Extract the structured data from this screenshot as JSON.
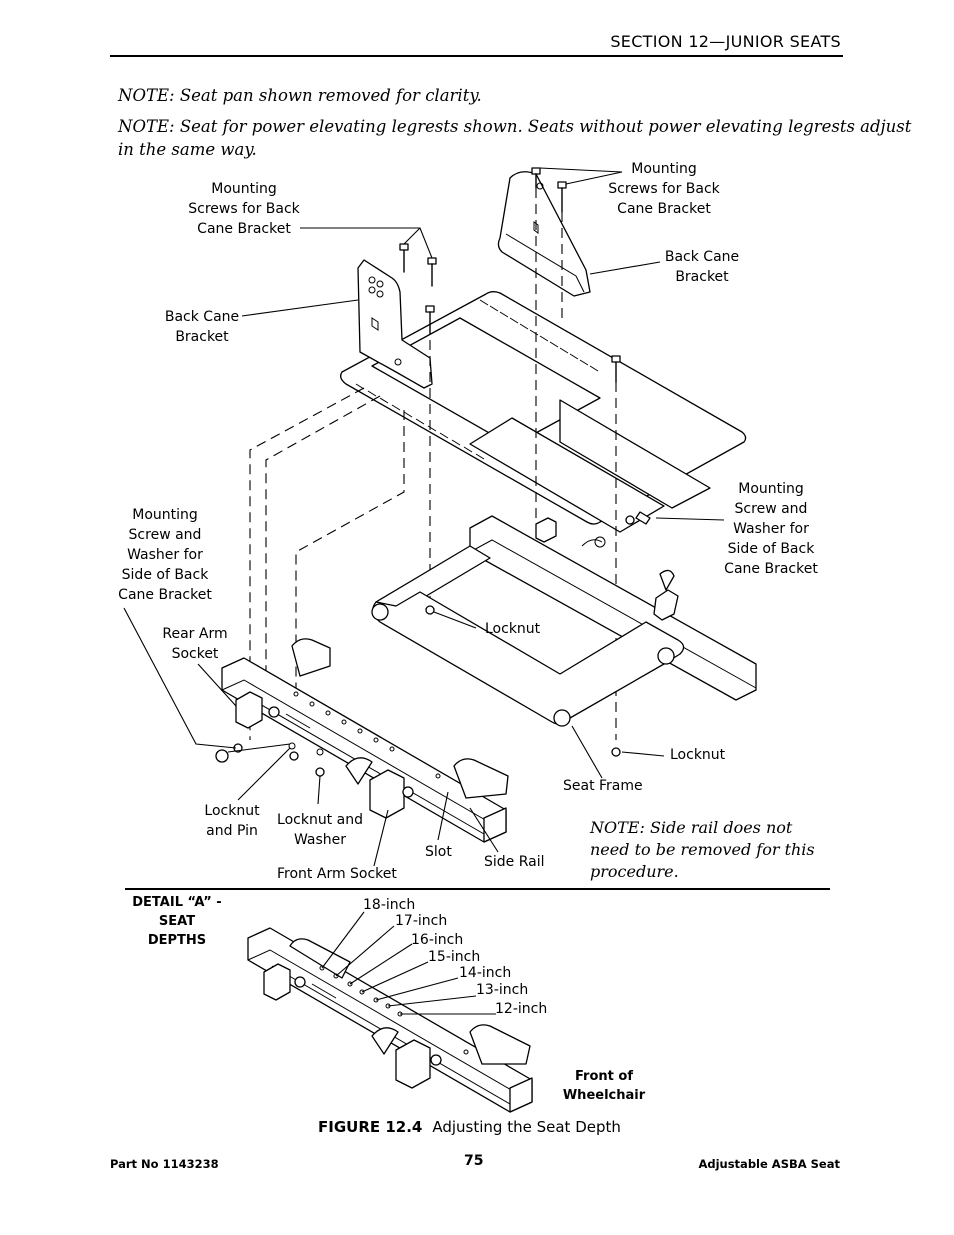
{
  "header": {
    "section": "SECTION 12—JUNIOR SEATS"
  },
  "notes": {
    "note1": "NOTE: Seat pan shown removed for clarity.",
    "note2a": "NOTE: Seat for power elevating legrests shown. Seats without power elevating legrests adjust",
    "note2b": "in the same way."
  },
  "labels": {
    "mounting_screws_left": [
      "Mounting",
      "Screws for Back",
      "Cane Bracket"
    ],
    "mounting_screws_right": [
      "Mounting",
      "Screws for Back",
      "Cane Bracket"
    ],
    "back_cane_bracket_left": [
      "Back Cane",
      "Bracket"
    ],
    "back_cane_bracket_right": [
      "Back Cane",
      "Bracket"
    ],
    "mounting_screw_washer_left": [
      "Mounting",
      "Screw and",
      "Washer for",
      "Side of Back",
      "Cane Bracket"
    ],
    "mounting_screw_washer_right": [
      "Mounting",
      "Screw and",
      "Washer for",
      "Side of Back",
      "Cane Bracket"
    ],
    "rear_arm_socket": [
      "Rear Arm",
      "Socket"
    ],
    "locknut_upper": "Locknut",
    "locknut_lower": "Locknut",
    "seat_frame": "Seat Frame",
    "locknut_and_pin": [
      "Locknut",
      "and Pin"
    ],
    "locknut_and_washer": [
      "Locknut and",
      "Washer"
    ],
    "slot": "Slot",
    "side_rail": "Side Rail",
    "front_arm_socket": "Front Arm Socket"
  },
  "side_note": "NOTE: Side rail does not need to be removed for this procedure.",
  "detail": {
    "title": [
      "DETAIL “A” -",
      "SEAT",
      "DEPTHS"
    ],
    "depths": [
      "18-inch",
      "17-inch",
      "16-inch",
      "15-inch",
      "14-inch",
      "13-inch",
      "12-inch"
    ],
    "front": [
      "Front of",
      "Wheelchair"
    ]
  },
  "figure": {
    "number": "FIGURE 12.4",
    "caption": "Adjusting the Seat Depth"
  },
  "footer": {
    "part": "Part No 1143238",
    "page": "75",
    "title": "Adjustable ASBA Seat"
  }
}
